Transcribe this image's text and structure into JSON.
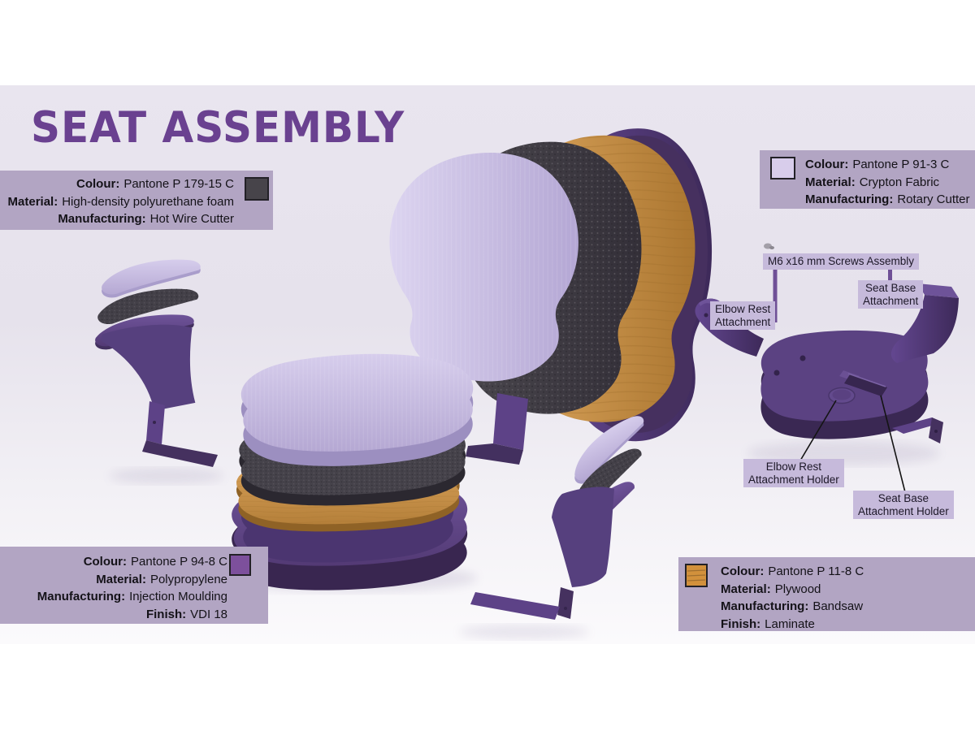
{
  "title": "SEAT ASSEMBLY",
  "colors": {
    "title_purple": "#6a4190",
    "info_box_bg": "#b2a5c3",
    "callout_bg": "#c6badb",
    "connector_purple": "#6f5096",
    "part_purple": "#553a7c",
    "part_lavender": "#ccc3e6",
    "part_foam_gray": "#403d44",
    "part_wood": "#c9914a",
    "stage_top": "#e8e4ee",
    "stage_bottom": "#fbfafc"
  },
  "info_boxes": {
    "foam": {
      "colour_label": "Colour:",
      "colour_value": "Pantone P 179-15 C",
      "material_label": "Material:",
      "material_value": "High-density polyurethane foam",
      "manufacturing_label": "Manufacturing:",
      "manufacturing_value": "Hot Wire Cutter",
      "swatch_color": "#47444a"
    },
    "fabric": {
      "colour_label": "Colour:",
      "colour_value": "Pantone P 91-3 C",
      "material_label": "Material:",
      "material_value": "Crypton Fabric",
      "manufacturing_label": "Manufacturing:",
      "manufacturing_value": "Rotary Cutter",
      "swatch_color": "#d8cdeb"
    },
    "shell": {
      "colour_label": "Colour:",
      "colour_value": "Pantone P 94-8 C",
      "material_label": "Material:",
      "material_value": "Polypropylene",
      "manufacturing_label": "Manufacturing:",
      "manufacturing_value": "Injection Moulding",
      "finish_label": "Finish:",
      "finish_value": "VDI 18",
      "swatch_color": "#7d509c"
    },
    "plywood": {
      "colour_label": "Colour:",
      "colour_value": "Pantone P 11-8 C",
      "material_label": "Material:",
      "material_value": "Plywood",
      "manufacturing_label": "Manufacturing:",
      "manufacturing_value": "Bandsaw",
      "finish_label": "Finish:",
      "finish_value": "Laminate",
      "swatch_color": "#d2913c"
    }
  },
  "callouts": {
    "screws_assembly": {
      "label": "M6 x16 mm Screws Assembly"
    },
    "seat_base_attachment": {
      "line1": "Seat Base",
      "line2": "Attachment"
    },
    "elbow_rest_attachment": {
      "line1": "Elbow Rest",
      "line2": "Attachment"
    },
    "elbow_rest_attachment_holder": {
      "line1": "Elbow Rest",
      "line2": "Attachment Holder"
    },
    "seat_base_attachment_holder": {
      "line1": "Seat Base",
      "line2": "Attachment Holder"
    }
  }
}
